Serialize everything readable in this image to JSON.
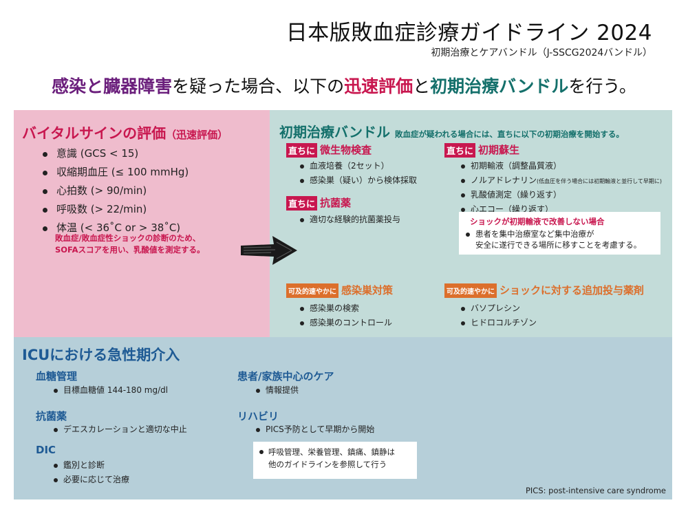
{
  "header": {
    "title": "日本版敗血症診療ガイドライン 2024",
    "subtitle": "初期治療とケアバンドル（J-SSCG2024バンドル）"
  },
  "headline": {
    "part1": "感染と臓器障害",
    "part2": "を疑った場合、以下の",
    "part3": "迅速評価",
    "part4": "と",
    "part5": "初期治療バンドル",
    "part6": "を行う。"
  },
  "vital": {
    "title": "バイタルサインの評価",
    "title_sub": "（迅速評価）",
    "items": [
      "意識 (GCS < 15)",
      "収縮期血圧 (≤ 100 mmHg)",
      "心拍数 (> 90/min)",
      "呼吸数 (> 22/min)",
      "体温 (< 36˚C or > 38˚C)"
    ],
    "note_line1": "敗血症/敗血症性ショックの診断のため、",
    "note_line2": "SOFAスコアを用い、乳酸値を測定する。"
  },
  "bundle": {
    "title": "初期治療バンドル",
    "title_note": "敗血症が疑われる場合には、直ちに以下の初期治療を開始する。",
    "tag_immediate": "直ちに",
    "tag_asap": "可及的速やかに",
    "micro": {
      "title": "微生物検査",
      "items": [
        "血液培養（2セット）",
        "感染巣（疑い）から検体採取"
      ]
    },
    "antibiotic": {
      "title": "抗菌薬",
      "items": [
        "適切な経験的抗菌薬投与"
      ]
    },
    "resus": {
      "title": "初期蘇生",
      "items": [
        "初期輸液（調整晶質液）",
        "乳酸値測定（繰り返す）",
        "心エコー（繰り返す）"
      ],
      "noradrenaline": "ノルアドレナリン",
      "noradrenaline_note": "(低血圧を伴う場合には初期輸液と並行して早期に)"
    },
    "shock_box": {
      "heading": "ショックが初期輸液で改善しない場合",
      "line1": "患者を集中治療室など集中治療が",
      "line2": "安全に遂行できる場所に移すことを考慮する。"
    },
    "source_control": {
      "title": "感染巣対策",
      "items": [
        "感染巣の検索",
        "感染巣のコントロール"
      ]
    },
    "shock_drugs": {
      "title": "ショックに対する追加投与薬剤",
      "items": [
        "バソプレシン",
        "ヒドロコルチゾン"
      ]
    }
  },
  "icu": {
    "title": "ICUにおける急性期介入",
    "glucose": {
      "title": "血糖管理",
      "items": [
        "目標血糖値 144-180 mg/dl"
      ]
    },
    "antibiotic": {
      "title": "抗菌薬",
      "items": [
        "デエスカレーションと適切な中止"
      ]
    },
    "dic": {
      "title": "DIC",
      "items": [
        "鑑別と診断",
        "必要に応じて治療"
      ]
    },
    "family": {
      "title": "患者/家族中心のケア",
      "items": [
        "情報提供"
      ]
    },
    "rehab": {
      "title": "リハビリ",
      "items": [
        "PICS予防として早期から開始"
      ]
    },
    "other_box": {
      "line1": "呼吸管理、栄養管理、鎮痛、鎮静は",
      "line2": "他のガイドラインを参照して行う"
    }
  },
  "footnote": "PICS: post-intensive care syndrome",
  "colors": {
    "pink_panel": "#efbccd",
    "teal_panel": "#c3dcd9",
    "blue_panel": "#b6cfd9",
    "red_accent": "#c8174f",
    "orange_accent": "#dc6f2c",
    "teal_accent": "#14706b",
    "blue_accent": "#1e5a94",
    "purple_accent": "#6b1f7c"
  },
  "icons": {
    "arrow": "hand-drawn-right-arrow"
  }
}
